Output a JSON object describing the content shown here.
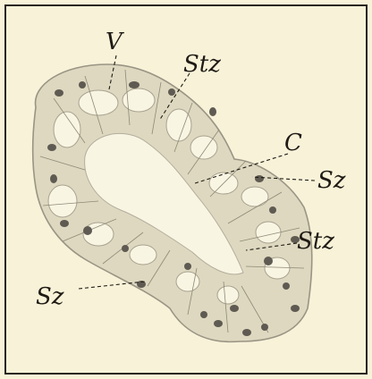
{
  "figure": {
    "labels": {
      "V": "V",
      "St_top": "Stz",
      "C": "C",
      "Sz_right": "Sz",
      "St_right": "Stz",
      "Sz_left": "Sz"
    },
    "colors": {
      "background": "#f7f2d8",
      "tissue": "#ddd8bf",
      "tissue_edge": "#9a9484",
      "lumen": "#f9f5e3",
      "nucleus": "#5f5a52",
      "ink": "#1f1a14",
      "frame": "#2b2620"
    }
  }
}
